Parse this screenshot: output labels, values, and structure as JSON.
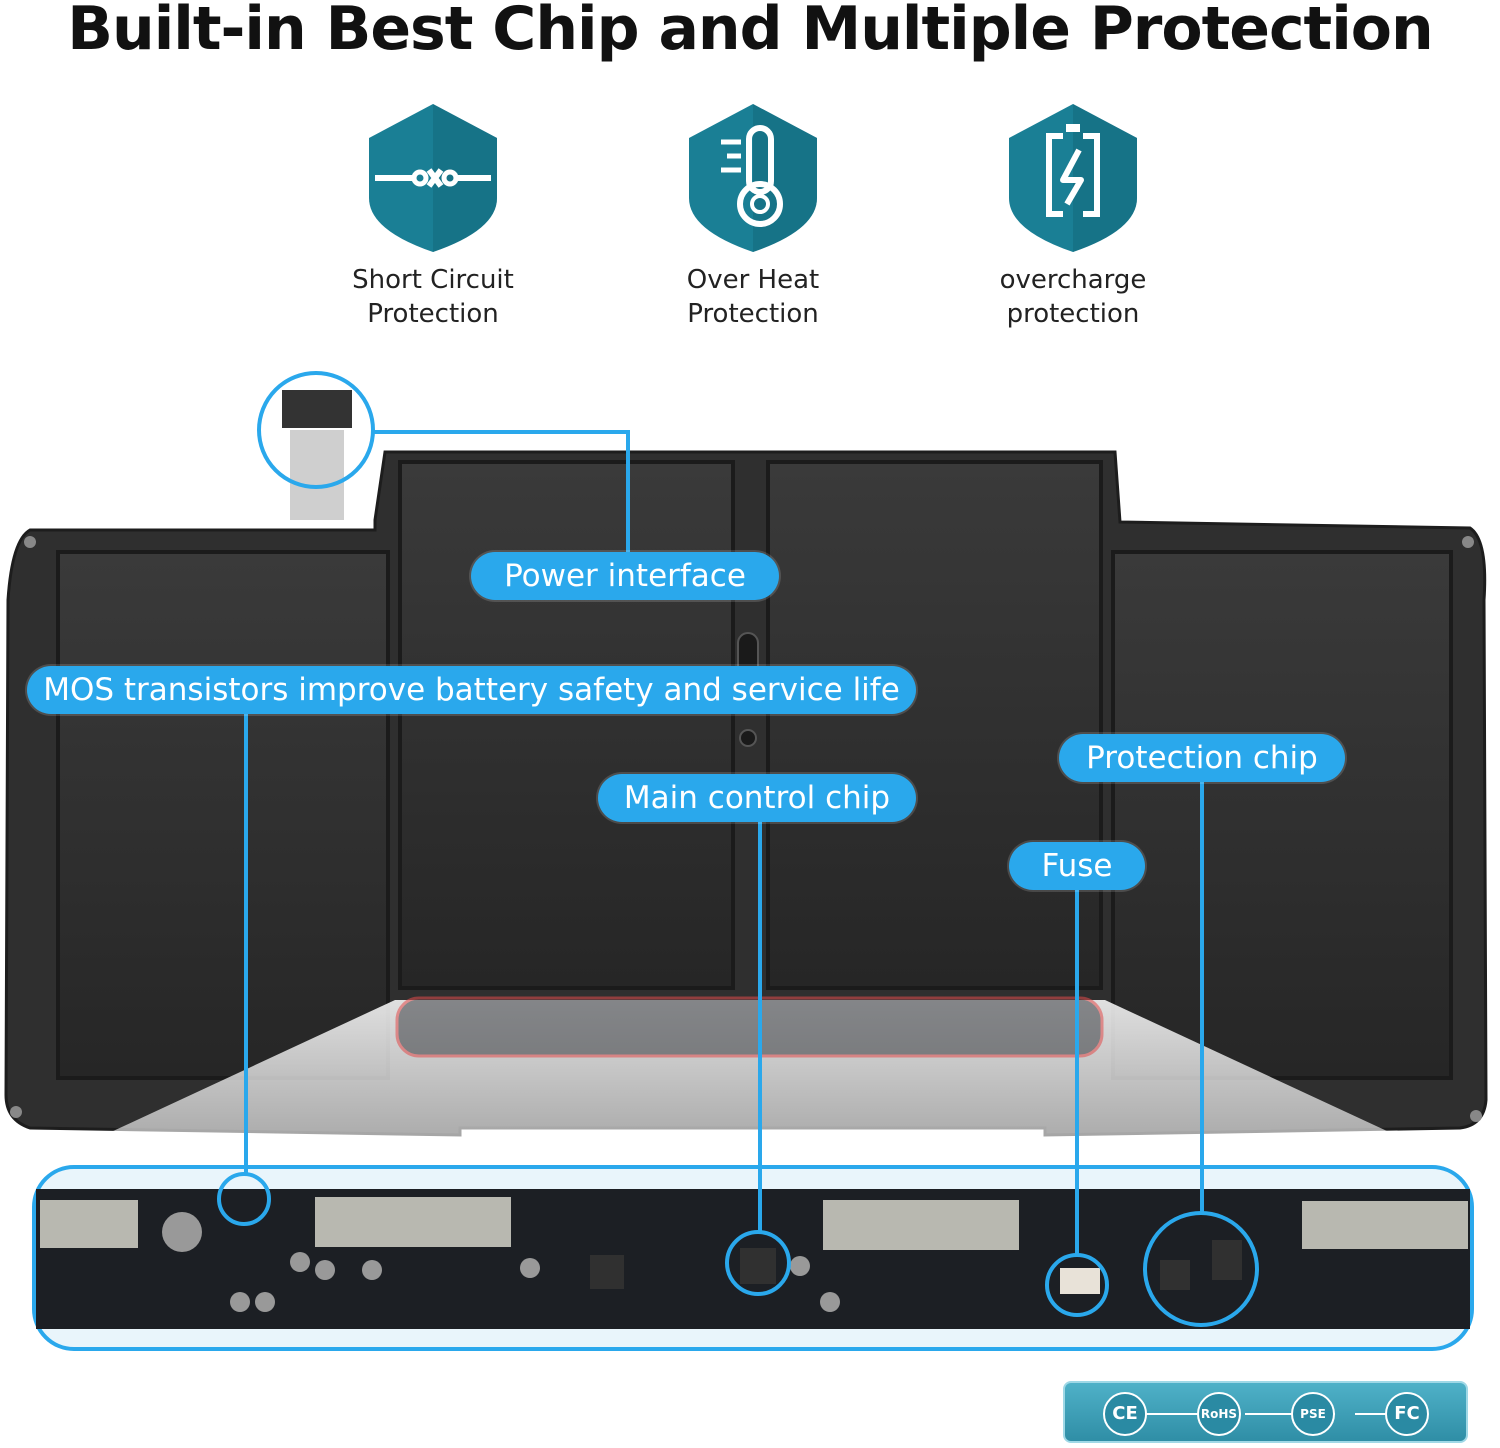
{
  "title": "Built-in Best Chip and Multiple Protection",
  "features": [
    {
      "icon": "short-circuit-shield-icon",
      "line1": "Short Circuit",
      "line2": "Protection"
    },
    {
      "icon": "thermometer-shield-icon",
      "line1": "Over Heat",
      "line2": "Protection"
    },
    {
      "icon": "battery-charge-shield-icon",
      "line1": "overcharge",
      "line2": "protection"
    }
  ],
  "callouts": {
    "power": "Power interface",
    "mos": "MOS transistors improve battery safety and service life",
    "main_chip": "Main control chip",
    "protection_chip": "Protection chip",
    "fuse": "Fuse"
  },
  "certifications": [
    "CE",
    "RoHS",
    "PSE",
    "FC"
  ],
  "colors": {
    "accent": "#2aa8ec",
    "shield": "#1a7f95",
    "battery": "#2b2b2b",
    "pcb": "#1c1f24"
  }
}
